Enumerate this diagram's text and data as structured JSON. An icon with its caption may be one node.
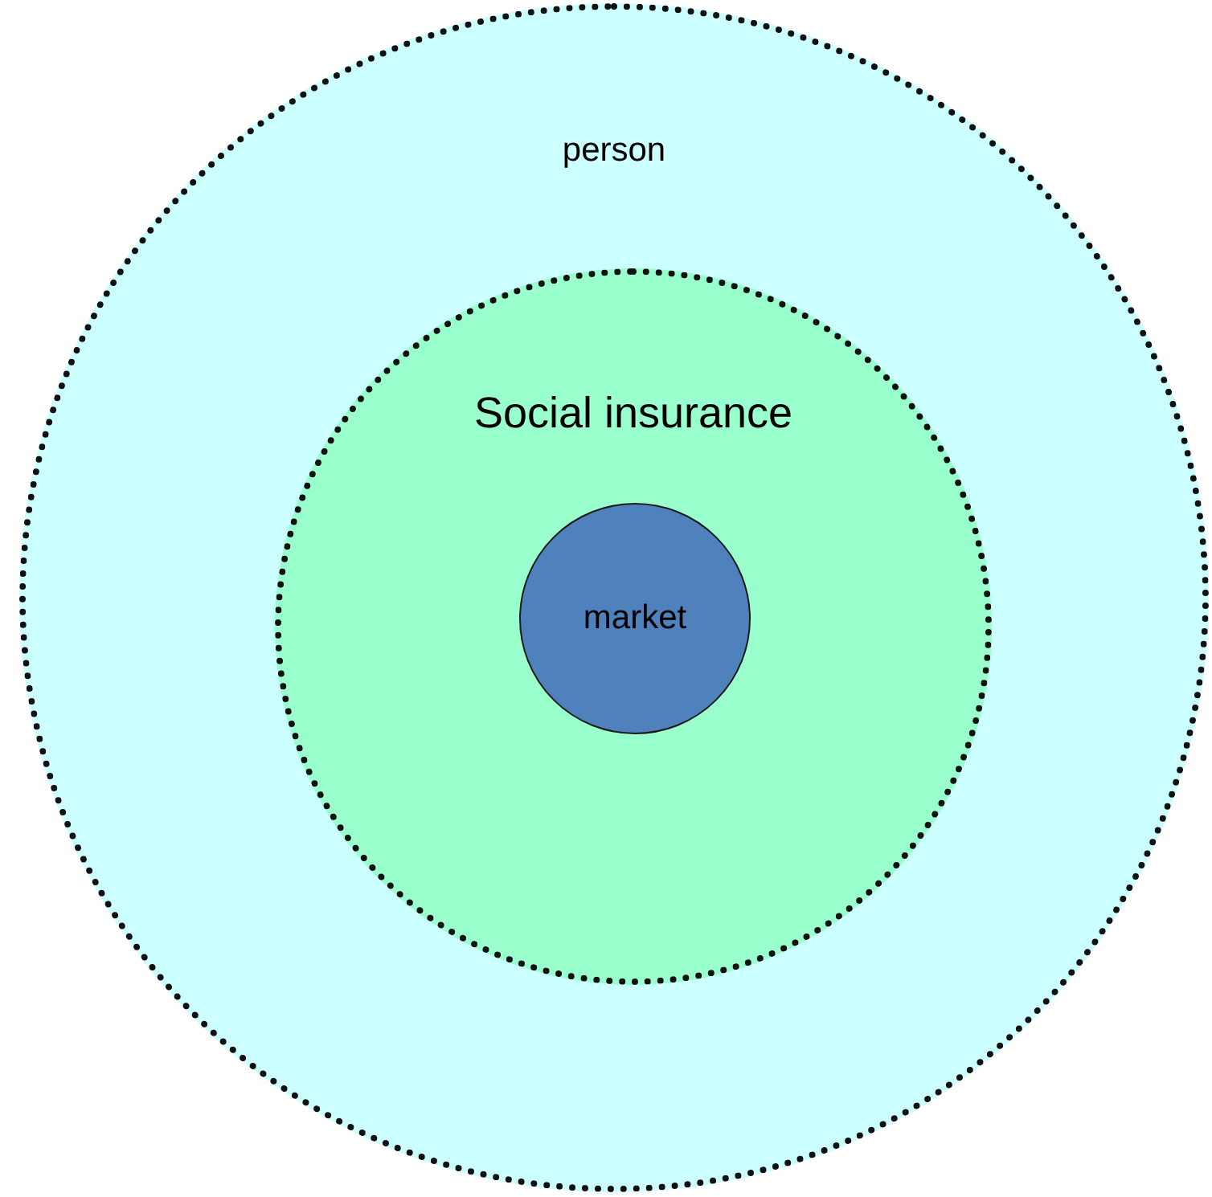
{
  "diagram": {
    "nodes": [
      {
        "text": [
          "person"
        ]
      },
      {
        "text": [
          "Social insurance"
        ],
        "in": 0
      },
      {
        "text": [
          "market"
        ],
        "in": 1
      }
    ]
  }
}
